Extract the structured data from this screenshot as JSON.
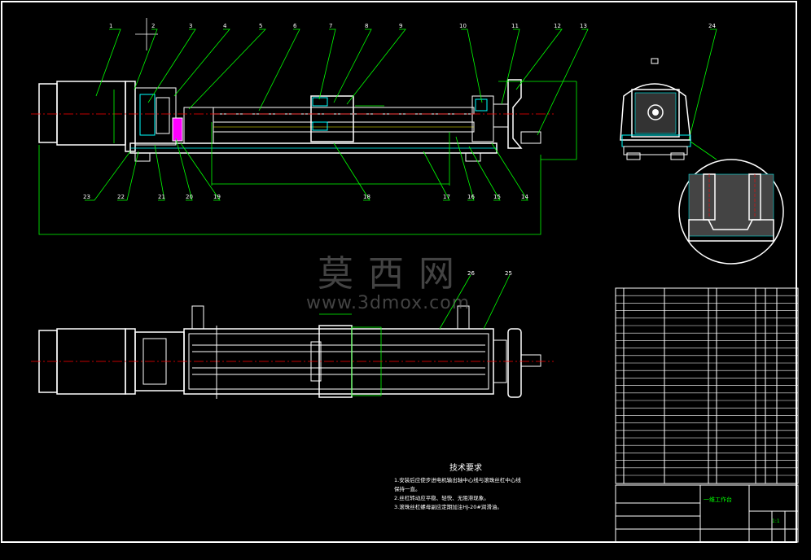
{
  "callouts_top": [
    "1",
    "2",
    "3",
    "4",
    "5",
    "6",
    "7",
    "8",
    "9",
    "10",
    "11",
    "12",
    "13",
    "24"
  ],
  "callouts_bottom": [
    "23",
    "22",
    "21",
    "20",
    "19",
    "18",
    "17",
    "16",
    "15",
    "14"
  ],
  "callouts_plan": [
    "26",
    "25"
  ],
  "tech_requirements": {
    "title": "技术要求",
    "lines": [
      "1.安装后应使步进电机输出轴中心线与滚珠丝杠中心线",
      "   保持一直。",
      "2.丝杠转动应平稳、轻快、无阻滞现象。",
      "3.滚珠丝杠螺母副应定期加注HJ-20#润滑油。"
    ]
  },
  "watermark": {
    "text": "莫西网",
    "url": "www.3dmox.com"
  },
  "title_block": {
    "name": "一维工作台",
    "scale": "1:1"
  },
  "colors": {
    "line": "#ffffff",
    "green": "#00ff00",
    "cyan": "#00ffff",
    "red": "#ff0000",
    "yellow": "#ffff00",
    "magenta": "#ff00ff"
  }
}
